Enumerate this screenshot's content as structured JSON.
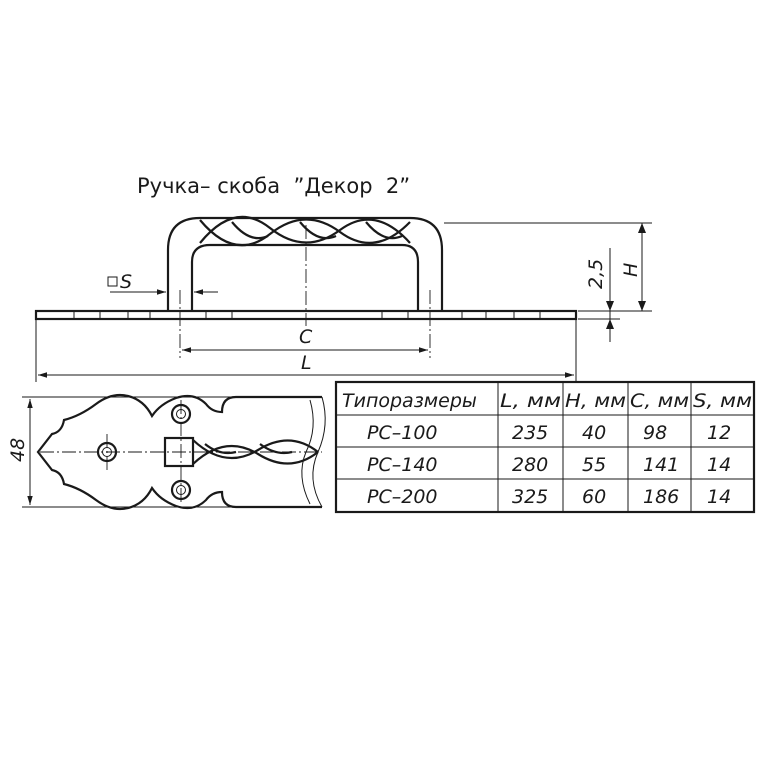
{
  "title": "Ручка– скоба  ”Декор  2”",
  "dimensions": {
    "S": "S",
    "H": "H",
    "gap": "2,5",
    "C": "C",
    "L": "L",
    "width": "48"
  },
  "table": {
    "headers": [
      "Типоразмеры",
      "L, мм",
      "H, мм",
      "C, мм",
      "S, мм"
    ],
    "rows": [
      [
        "РС–100",
        "235",
        "40",
        "98",
        "12"
      ],
      [
        "РС–140",
        "280",
        "55",
        "141",
        "14"
      ],
      [
        "РС–200",
        "325",
        "60",
        "186",
        "14"
      ]
    ]
  }
}
